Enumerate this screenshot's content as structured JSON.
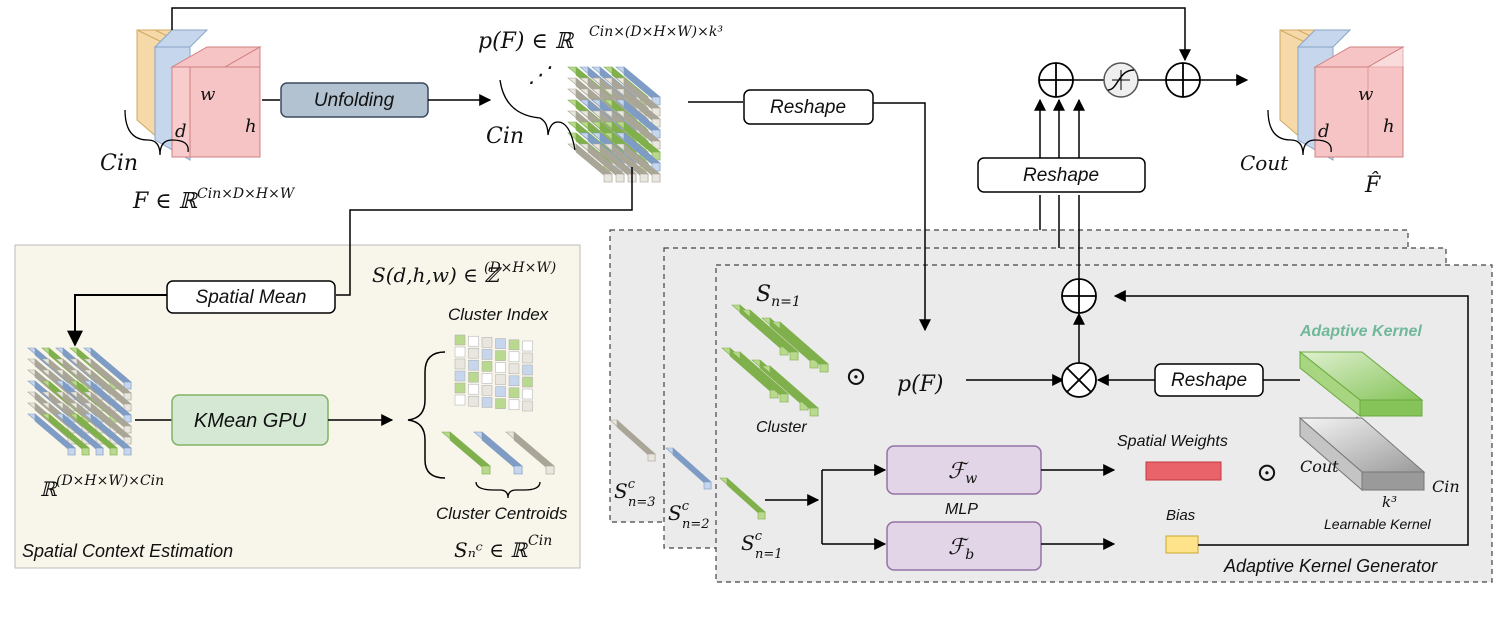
{
  "labels": {
    "unfolding": "Unfolding",
    "reshape_top": "Reshape",
    "reshape_out": "Reshape",
    "reshape_kernel": "Reshape",
    "spatial_mean": "Spatial Mean",
    "kmean": "KMean GPU",
    "cluster_index": "Cluster Index",
    "cluster_centroids": "Cluster Centroids",
    "spatial_context": "Spatial Context Estimation",
    "cluster": "Cluster",
    "adaptive_kernel": "Adaptive Kernel",
    "spatial_weights": "Spatial Weights",
    "bias": "Bias",
    "mlp": "MLP",
    "learnable_kernel": "Learnable Kernel",
    "adaptive_generator": "Adaptive Kernel Generator"
  },
  "math": {
    "F_def_base": "F ∈ ℝ",
    "F_def_sup": "Cin×D×H×W",
    "pF_def_base": "p(F) ∈ ℝ",
    "pF_def_sup": "Cin×(D×H×W)×k³",
    "S_def_base": "S(d,h,w) ∈ ℤ",
    "S_def_sup": "(D×H×W)",
    "R_feat_base": "ℝ",
    "R_feat_sup": "(D×H×W)×Cin",
    "Snc_def_base": "Sₙᶜ ∈ ℝ",
    "Snc_def_sup": "Cin",
    "cin": "Cin",
    "cout": "Cout",
    "d": "d",
    "h": "h",
    "w": "w",
    "F_hat": "F̂",
    "pF": "p(F)",
    "S_n1": "Sn=1",
    "Sc_n1": "Scn=1",
    "Sc_n2": "Scn=2",
    "Sc_n3": "Scn=3",
    "Fw": "ℱw",
    "Fb": "ℱb",
    "k3": "k³",
    "odot": "⊙",
    "oplus": "⊕",
    "otimes": "⊗"
  },
  "colors": {
    "orange": "#f5d9a8",
    "blue": "#c6d6ec",
    "pink": "#f6c4c4",
    "green": "#b9d98f",
    "grey_panel": "#ebebeb",
    "beige_panel": "#f8f5ea",
    "unfold_box": "#b3c2d0",
    "kmean_box": "#d5e8d4",
    "mlp_box": "#e1d5e7",
    "red_bar": "#e8636a",
    "yellow": "#ffe38a",
    "adaptive_green": "#6fb89a"
  }
}
